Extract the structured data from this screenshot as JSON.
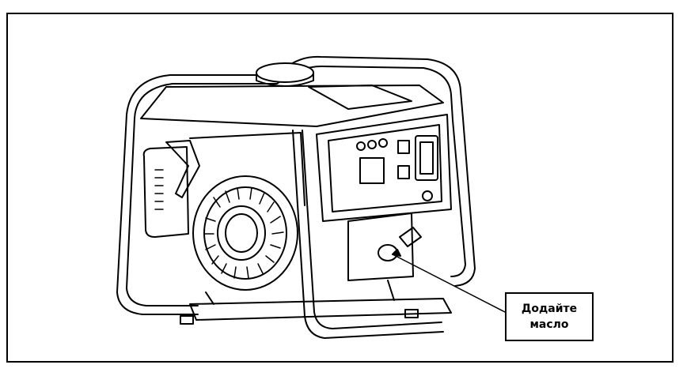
{
  "callout": {
    "line1": "Додайте",
    "line2": "масло"
  },
  "colors": {
    "ink": "#000000",
    "paper": "#ffffff",
    "shade": "#d9d9d9"
  },
  "illustration": {
    "subject": "generator-line-drawing"
  }
}
